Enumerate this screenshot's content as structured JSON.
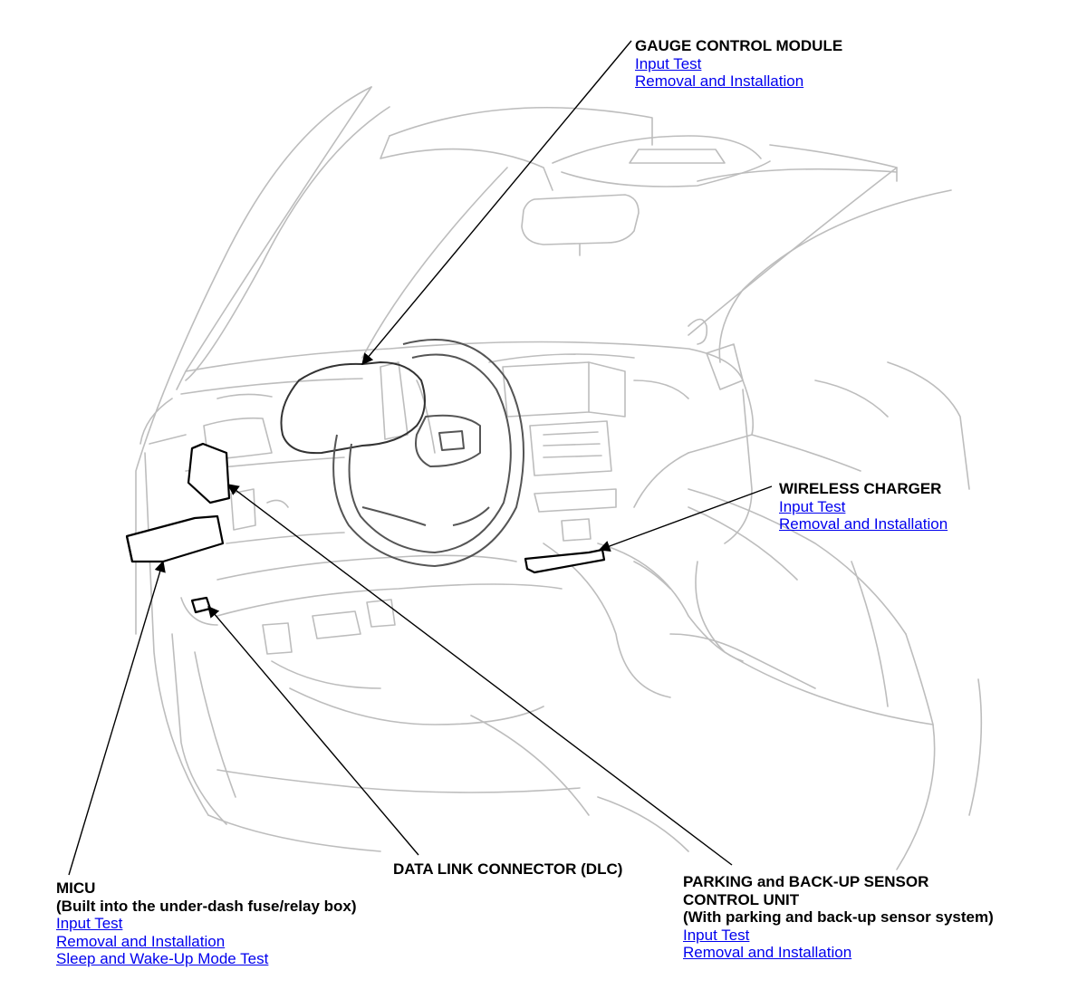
{
  "callouts": {
    "gauge_control_module": {
      "title": "GAUGE CONTROL MODULE",
      "links": [
        "Input Test",
        "Removal and Installation"
      ]
    },
    "wireless_charger": {
      "title": "WIRELESS CHARGER",
      "links": [
        "Input Test",
        "Removal and Installation"
      ]
    },
    "dlc": {
      "title": "DATA LINK CONNECTOR (DLC)"
    },
    "micu": {
      "title": "MICU",
      "subtitle": "(Built into the under-dash fuse/relay box)",
      "links": [
        "Input Test",
        "Removal and Installation",
        "Sleep and Wake-Up Mode Test"
      ]
    },
    "parking_sensor": {
      "title_line1": "PARKING and BACK-UP SENSOR",
      "title_line2": "CONTROL UNIT",
      "subtitle": "(With parking and back-up sensor system)",
      "links": [
        "Input Test",
        "Removal and Installation"
      ]
    }
  },
  "colors": {
    "link": "#0000ee",
    "line_art": "#bdbdbd",
    "component": "#000000"
  }
}
